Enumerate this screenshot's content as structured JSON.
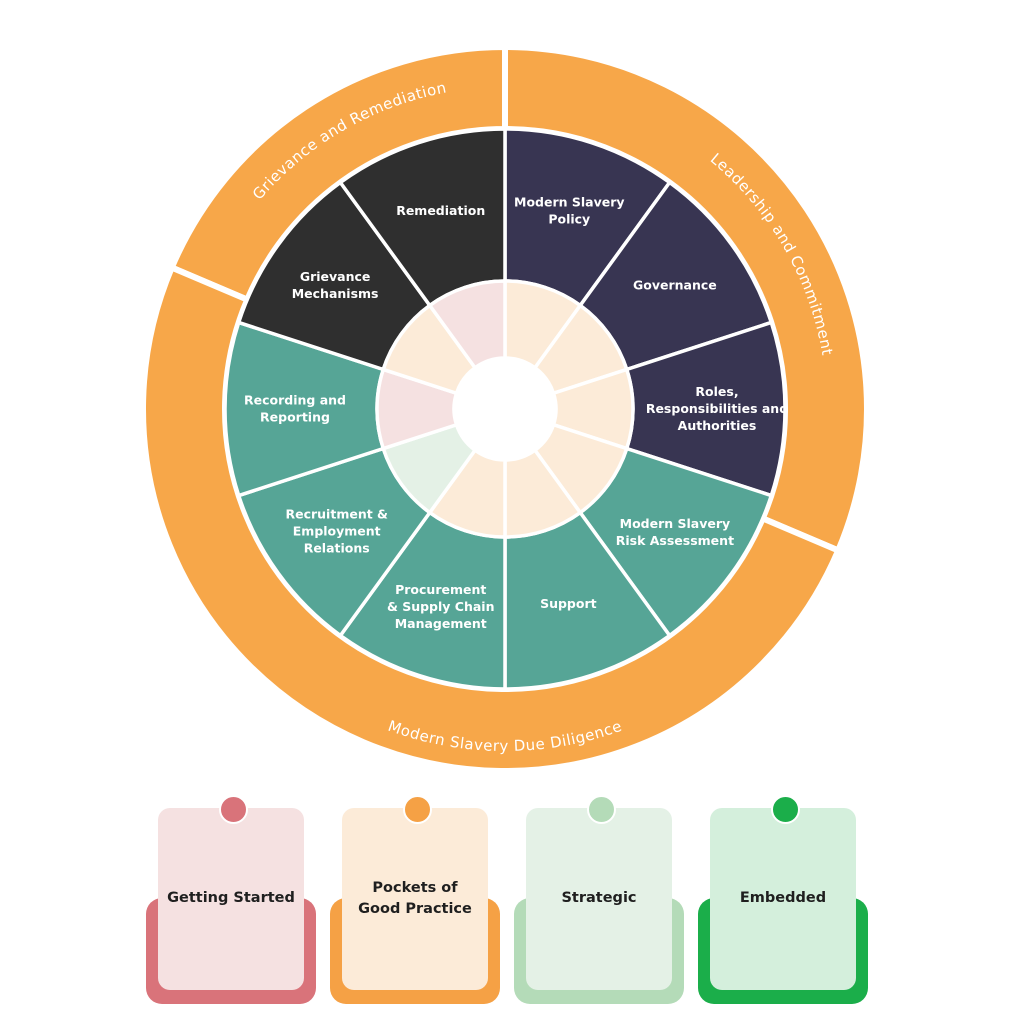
{
  "wheel": {
    "outer_ring": [
      {
        "label": "Grievance and Remediation",
        "color": "#F7A749"
      },
      {
        "label": "Leadership and Commitment",
        "color": "#F7A749"
      },
      {
        "label": "Modern Slavery Due Diligence",
        "color": "#F7A749"
      }
    ],
    "segments": [
      {
        "label": "Modern Slavery Policy",
        "group": "leadership",
        "color": "#383552",
        "inner_color": "#FCEBD8"
      },
      {
        "label": "Governance",
        "group": "leadership",
        "color": "#383552",
        "inner_color": "#FCEBD8"
      },
      {
        "label": "Roles, Responsibilities and Authorities",
        "group": "leadership",
        "color": "#383552",
        "inner_color": "#FCEBD8"
      },
      {
        "label": "Modern Slavery Risk Assessment",
        "group": "due-diligence",
        "color": "#56A596",
        "inner_color": "#FCEBD8"
      },
      {
        "label": "Support",
        "group": "due-diligence",
        "color": "#56A596",
        "inner_color": "#FCEBD8"
      },
      {
        "label": "Procurement & Supply Chain Management",
        "group": "due-diligence",
        "color": "#56A596",
        "inner_color": "#FCEBD8"
      },
      {
        "label": "Recruitment & Employment Relations",
        "group": "due-diligence",
        "color": "#56A596",
        "inner_color": "#E4F1E6"
      },
      {
        "label": "Recording and Reporting",
        "group": "due-diligence",
        "color": "#56A596",
        "inner_color": "#F5E1E1"
      },
      {
        "label": "Grievance Mechanisms",
        "group": "grievance",
        "color": "#2F2F2F",
        "inner_color": "#FCEBD8"
      },
      {
        "label": "Remediation",
        "group": "grievance",
        "color": "#2F2F2F",
        "inner_color": "#F5E1E1"
      }
    ]
  },
  "legend": [
    {
      "label": "Getting Started",
      "dot_color": "#D9737A",
      "back_color": "#D9737A",
      "front_color": "#F5E1E1"
    },
    {
      "label": "Pockets of Good Practice",
      "dot_color": "#F5A145",
      "back_color": "#F5A145",
      "front_color": "#FCEBD8"
    },
    {
      "label": "Strategic",
      "dot_color": "#B4DBB8",
      "back_color": "#B4DBB8",
      "front_color": "#E4F1E6"
    },
    {
      "label": "Embedded",
      "dot_color": "#1BAE4A",
      "back_color": "#1BAE4A",
      "front_color": "#D4EFDC"
    }
  ]
}
